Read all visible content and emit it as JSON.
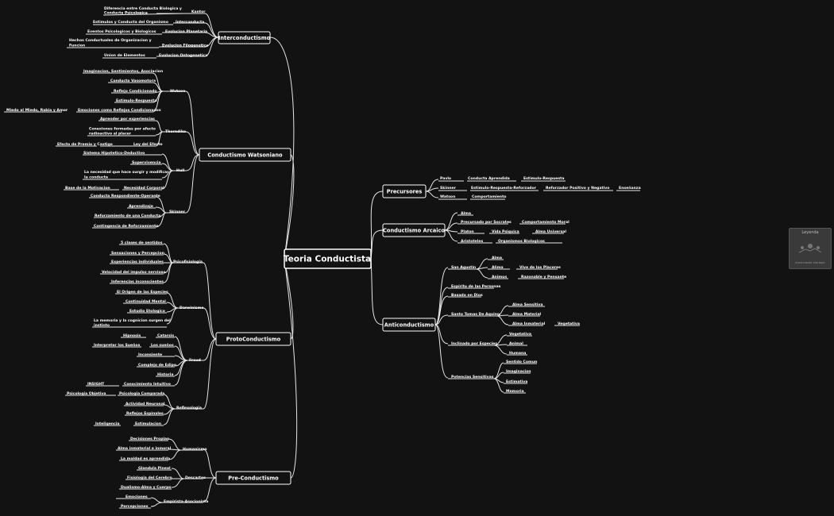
{
  "root": "Teoria Conductista",
  "legend": {
    "title": "Leyenda",
    "subtitle": "Insert marker into topic"
  },
  "topics": {
    "interconductismo": "Interconductismo",
    "watsoniano": "Conductismo Watsoniano",
    "proto": "ProtoConductismo",
    "pre": "Pre-Conductismo",
    "precursores": "Precursores",
    "arcaico": "Conductismo Arcaico",
    "anticonductismo": "Anticonductismo"
  },
  "labels": {
    "inter_kantor": "Kantor",
    "inter_kantor_1": "Diferencia entre Conducta Biologica y",
    "inter_kantor_1b": "Conducta Psicologica",
    "inter_interconducta": "Interconducta",
    "inter_interconducta_1": "Estimulos y Conducta del Organismo",
    "inter_planetaria": "Evolucion Planetaria",
    "inter_planetaria_1": "Eventos Psicologicos y Biologicos",
    "inter_filogenetica": "Evolucion Filogenetica",
    "inter_filogenetica_1": "Hechos Conductuales de Organizacion y",
    "inter_filogenetica_1b": "Funcion",
    "inter_ontogenetica": "Evolucion Ontogenetica",
    "inter_ontogenetica_1": "Union de Elementos",
    "w_watson": "Watson",
    "w_watson_1": "Imaginacion, Sentimientos, Asociacion",
    "w_watson_2": "Conducta Vasomotora",
    "w_watson_3": "Reflejo Condicionado",
    "w_watson_4": "Estimulo-Respuesta",
    "w_watson_5": "Emociones como Reflejos Condicionados",
    "w_watson_5a": "Miedo al Miedo, Rabia y Amor",
    "w_thorndike": "Thorndike",
    "w_thorndike_1": "Aprender por experiencias",
    "w_thorndike_2": "Conexiones formadas por afecto",
    "w_thorndike_2b": "radioactivo al placer",
    "w_thorndike_3": "Ley del Efecto",
    "w_thorndike_3a": "Efecto de Premio y Castigo",
    "w_hull": "Hull",
    "w_hull_1": "Sistema Hipotetico-Deductivo",
    "w_hull_2": "Supervivencia",
    "w_hull_3": "La necesidad que hace surgir y modificar",
    "w_hull_3b": "la conducta",
    "w_hull_4": "Necesidad Corporal",
    "w_hull_4a": "Base de la Motivacion",
    "w_skinner": "Skinner",
    "w_skinner_1": "Conducta Respondiente-Operante",
    "w_skinner_2": "Aprendizaje",
    "w_skinner_3": "Reforzamiento de una Conducta",
    "w_skinner_4": "Contingencia de Reforzamiento",
    "p_psico": "Psicofisiologia",
    "p_psico_1": "5 clases de sentidos",
    "p_psico_2": "Sensaciones y Percepcion",
    "p_psico_3": "Experiencias individuales",
    "p_psico_4": "Velocidad del impulso nervioso",
    "p_psico_5": "Inferencias inconscientes",
    "p_darwin": "Darwinismo",
    "p_darwin_1": "El Origen de las Especies",
    "p_darwin_2": "Continuidad Mental",
    "p_darwin_3": "Estudio Etologico",
    "p_darwin_4": "La memoria y la cognicion surgen del",
    "p_darwin_4b": "instinto",
    "p_freud": "Freud",
    "p_freud_1": "Catarsis",
    "p_freud_1a": "Hipnosis",
    "p_freud_2": "Los sueños",
    "p_freud_2a": "Interpretar los Sueños",
    "p_freud_3": "Inconsiente",
    "p_freud_4": "Complejo de Edipo",
    "p_freud_5": "Historia",
    "p_freud_6": "Conocimiento Intuitivo",
    "p_freud_6a": "INSIGHT",
    "p_reflex": "Reflexologia",
    "p_reflex_1": "Psicologia Comparada",
    "p_reflex_1a": "Psicologia Objetiva",
    "p_reflex_2": "Actividad Neuronal",
    "p_reflex_3": "Reflejos Espinales",
    "p_reflex_4": "Estimulacion",
    "p_reflex_4a": "Inteligencia",
    "pre_human": "Humanismo",
    "pre_human_1": "Decisiones Propias",
    "pre_human_2": "Alma inmaterial e inmoral",
    "pre_human_3": "La maldad es aprendida",
    "pre_desc": "Descartes",
    "pre_desc_1": "Glandula Pineal",
    "pre_desc_2": "Fisiologia del Cerebro",
    "pre_desc_3": "Dualismo-Alma y Cuerpo",
    "pre_emp": "Empirista-Asocionista",
    "pre_emp_1": "Emociones",
    "pre_emp_2": "Percepciones",
    "pr_pavlo": "Pavlo",
    "pr_pavlo_1": "Conducta Aprendida",
    "pr_pavlo_2": "Estimulo-Respuesta",
    "pr_skinner": "Skinner",
    "pr_skinner_1": "Estimulo-Respuesta-Reforzador",
    "pr_skinner_2": "Reforzador Positivo y Negativo",
    "pr_skinner_3": "Enseñanza",
    "pr_watson": "Watson",
    "pr_watson_1": "Comportamiento",
    "ar_alma": "Alma",
    "ar_socrates": "Precursado por Socrates",
    "ar_socrates_1": "Comportamiento Moral",
    "ar_platon": "Platon",
    "ar_platon_1": "Vida Psiquica",
    "ar_platon_2": "Alma Universal",
    "ar_arist": "Aristoteles",
    "ar_arist_1": "Organismos Biologicos",
    "an_agustin": "San Agustin",
    "an_agustin_1": "Alma",
    "an_agustin_2": "Alima",
    "an_agustin_2a": "Vive de los Placeres",
    "an_agustin_3": "Animus",
    "an_agustin_3a": "Razonable y Pensante",
    "an_espiritu": "Espiritu de las Personas",
    "an_dios": "Basado en Dios",
    "an_tomas": "Santo Tomas De Aquino",
    "an_tomas_1": "Alma Sensitiva",
    "an_tomas_2": "Alma Material",
    "an_tomas_3": "Alma Inmaterial",
    "an_tomas_3a": "Vegetativa",
    "an_especies": "Inclinado por Especies",
    "an_especies_1": "Vegetativa",
    "an_especies_2": "Animal",
    "an_especies_3": "Humana",
    "an_potencias": "Potencias Sensitivas",
    "an_potencias_1": "Sentido Comun",
    "an_potencias_2": "Imaginacion",
    "an_potencias_3": "Estimativa",
    "an_potencias_4": "Memoria"
  }
}
